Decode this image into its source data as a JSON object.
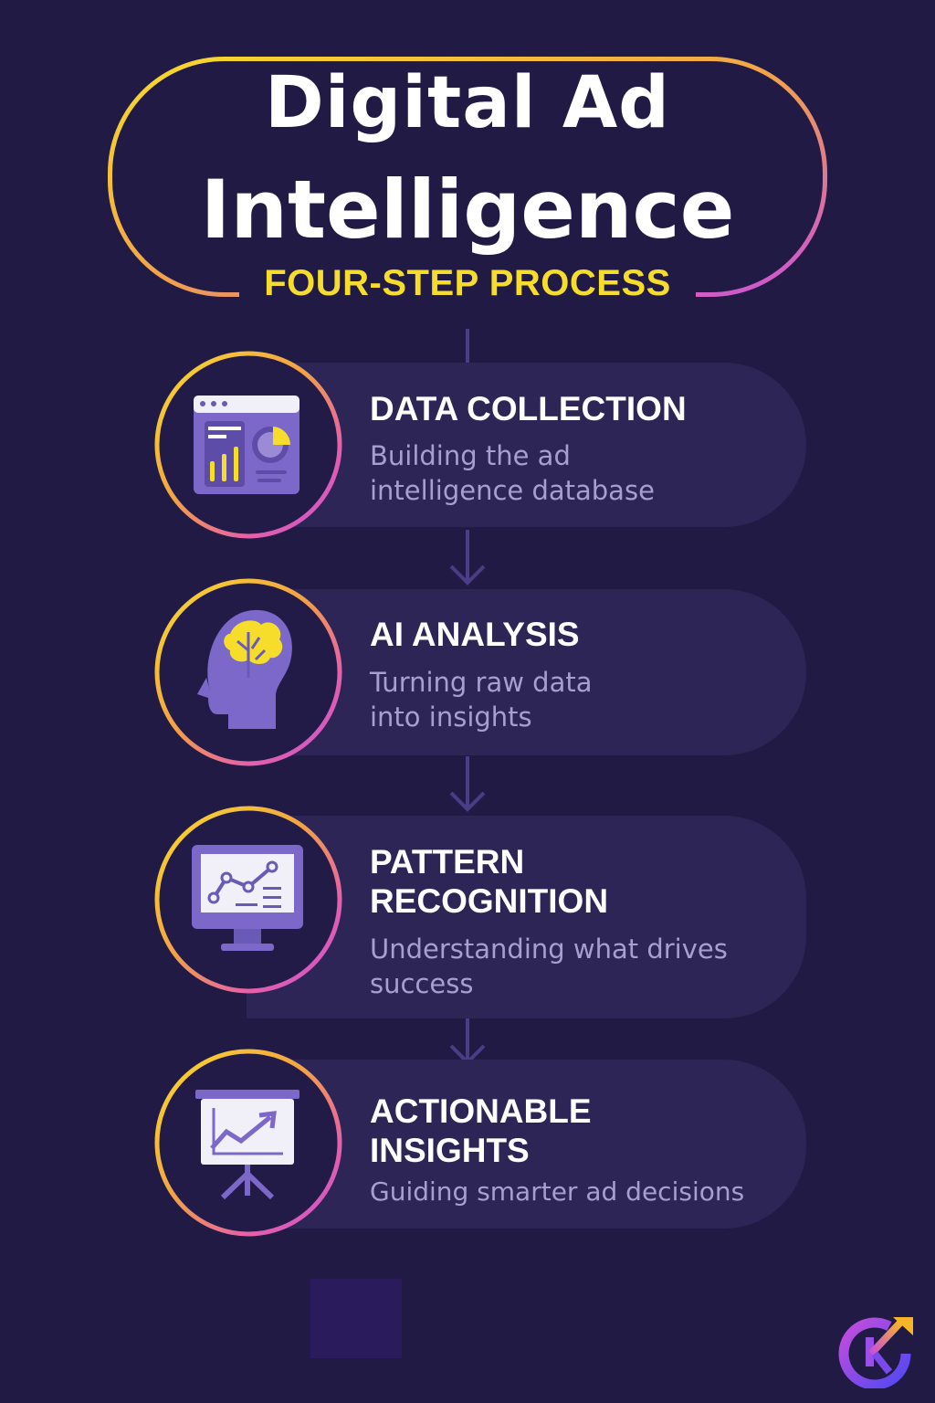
{
  "header": {
    "title_line1": "Digital Ad",
    "title_line2": "Intelligence",
    "subtitle": "FOUR-STEP PROCESS"
  },
  "steps": [
    {
      "title": "DATA COLLECTION",
      "description": "Building the ad intelligence database",
      "icon": "dashboard-icon"
    },
    {
      "title": "AI ANALYSIS",
      "description": "Turning raw data into insights",
      "icon": "brain-head-icon"
    },
    {
      "title": "PATTERN RECOGNITION",
      "description": "Understanding what drives success",
      "icon": "monitor-chart-icon"
    },
    {
      "title": "ACTIONABLE INSIGHTS",
      "description": "Guiding smarter ad decisions",
      "icon": "presentation-board-icon"
    }
  ],
  "colors": {
    "background": "#211a45",
    "card": "#2d2556",
    "accent_yellow": "#f6dc2b",
    "accent_pink": "#d25ad8",
    "icon_purple": "#7b68c8"
  }
}
